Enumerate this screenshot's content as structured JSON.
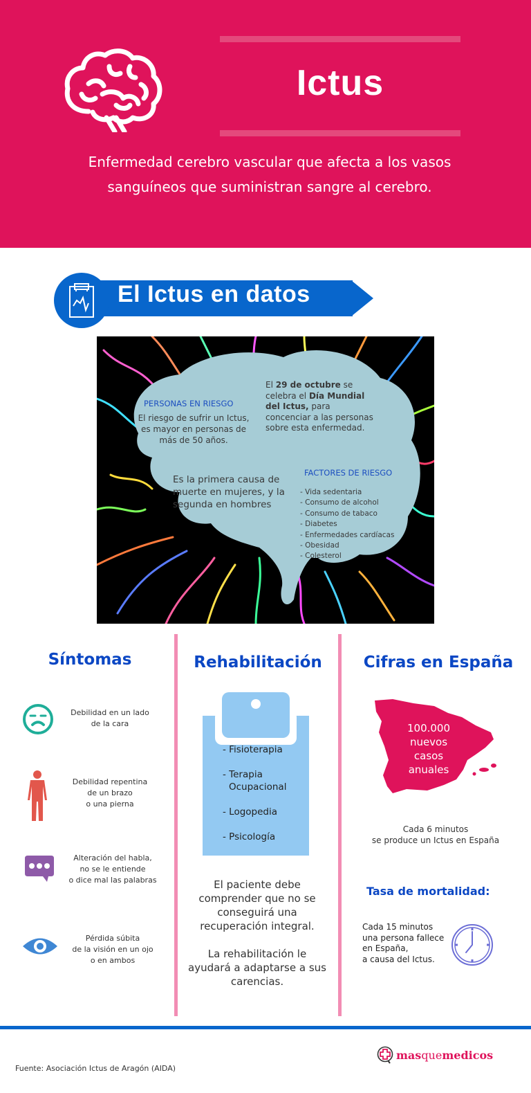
{
  "header": {
    "title": "Ictus",
    "subtitle_line1": "Enfermedad cerebro vascular que afecta a los vasos",
    "subtitle_line2": "sanguíneos que suministran sangre al cerebro.",
    "background_color": "#df135b",
    "icon": "brain-icon"
  },
  "section_banner": {
    "title": "El Ictus en datos",
    "icon": "clipboard-chart-icon",
    "color": "#0866cc"
  },
  "brain_facts": {
    "personas_en_riesgo": {
      "heading": "PERSONAS EN RIESGO",
      "line1": "El riesgo de sufrir un Ictus,",
      "line2": "es mayor en personas de",
      "line3": "más de 50 años."
    },
    "dia_mundial": {
      "pre": "El ",
      "date": "29 de octubre",
      "mid1": " se celebra el ",
      "event": "Día Mundial del Ictus,",
      "post": " para concenciar a las personas sobre esta enfermedad."
    },
    "causa_muerte": "Es la primera causa de muerte en mujeres, y la segunda en hombres",
    "factores_de_riesgo": {
      "heading": "FACTORES DE RIESGO",
      "items": [
        "- Vida sedentaria",
        "- Consumo de alcohol",
        "- Consumo de tabaco",
        "- Diabetes",
        "- Enfermedades cardíacas",
        "- Obesidad",
        "- Colesterol"
      ]
    }
  },
  "sintomas": {
    "title": "Síntomas",
    "items": [
      {
        "icon": "sad-face-icon",
        "line1": "Debilidad en un lado",
        "line2": "de la cara",
        "line3": ""
      },
      {
        "icon": "human-body-icon",
        "line1": "Debilidad repentina",
        "line2": "de un brazo",
        "line3": "o una pierna"
      },
      {
        "icon": "speech-bubble-icon",
        "line1": "Alteración del habla,",
        "line2": "no se le entiende",
        "line3": "o dice mal las palabras"
      },
      {
        "icon": "eye-icon",
        "line1": "Pérdida súbita",
        "line2": "de la visión en un ojo",
        "line3": "o en ambos"
      }
    ]
  },
  "rehabilitacion": {
    "title": "Rehabilitación",
    "items": [
      "- Fisioterapia",
      "- Terapia",
      "  Ocupacional",
      "- Logopedia",
      "- Psicología"
    ],
    "note1_lines": [
      "El paciente debe",
      "comprender que no se",
      "conseguirá una",
      "recuperación integral."
    ],
    "note2_lines": [
      "La rehabilitación le",
      "ayudará a adaptarse a sus",
      "carencias."
    ]
  },
  "cifras": {
    "title": "Cifras en España",
    "map_lines": [
      "100.000",
      "nuevos",
      "casos",
      "anuales"
    ],
    "cada6_line1": "Cada 6 minutos",
    "cada6_line2": "se produce un Ictus en España",
    "mortalidad_title": "Tasa de mortalidad:",
    "cada15_lines": [
      "Cada 15 minutos",
      "una persona fallece",
      "en España,",
      "a causa del Ictus."
    ],
    "map_color": "#df135b",
    "clock_color": "#6c6ed6"
  },
  "footer": {
    "source": "Fuente: Asociación Ictus de Aragón (AIDA)",
    "logo_bold1": "mas",
    "logo_light": "que",
    "logo_bold2": "medicos"
  }
}
